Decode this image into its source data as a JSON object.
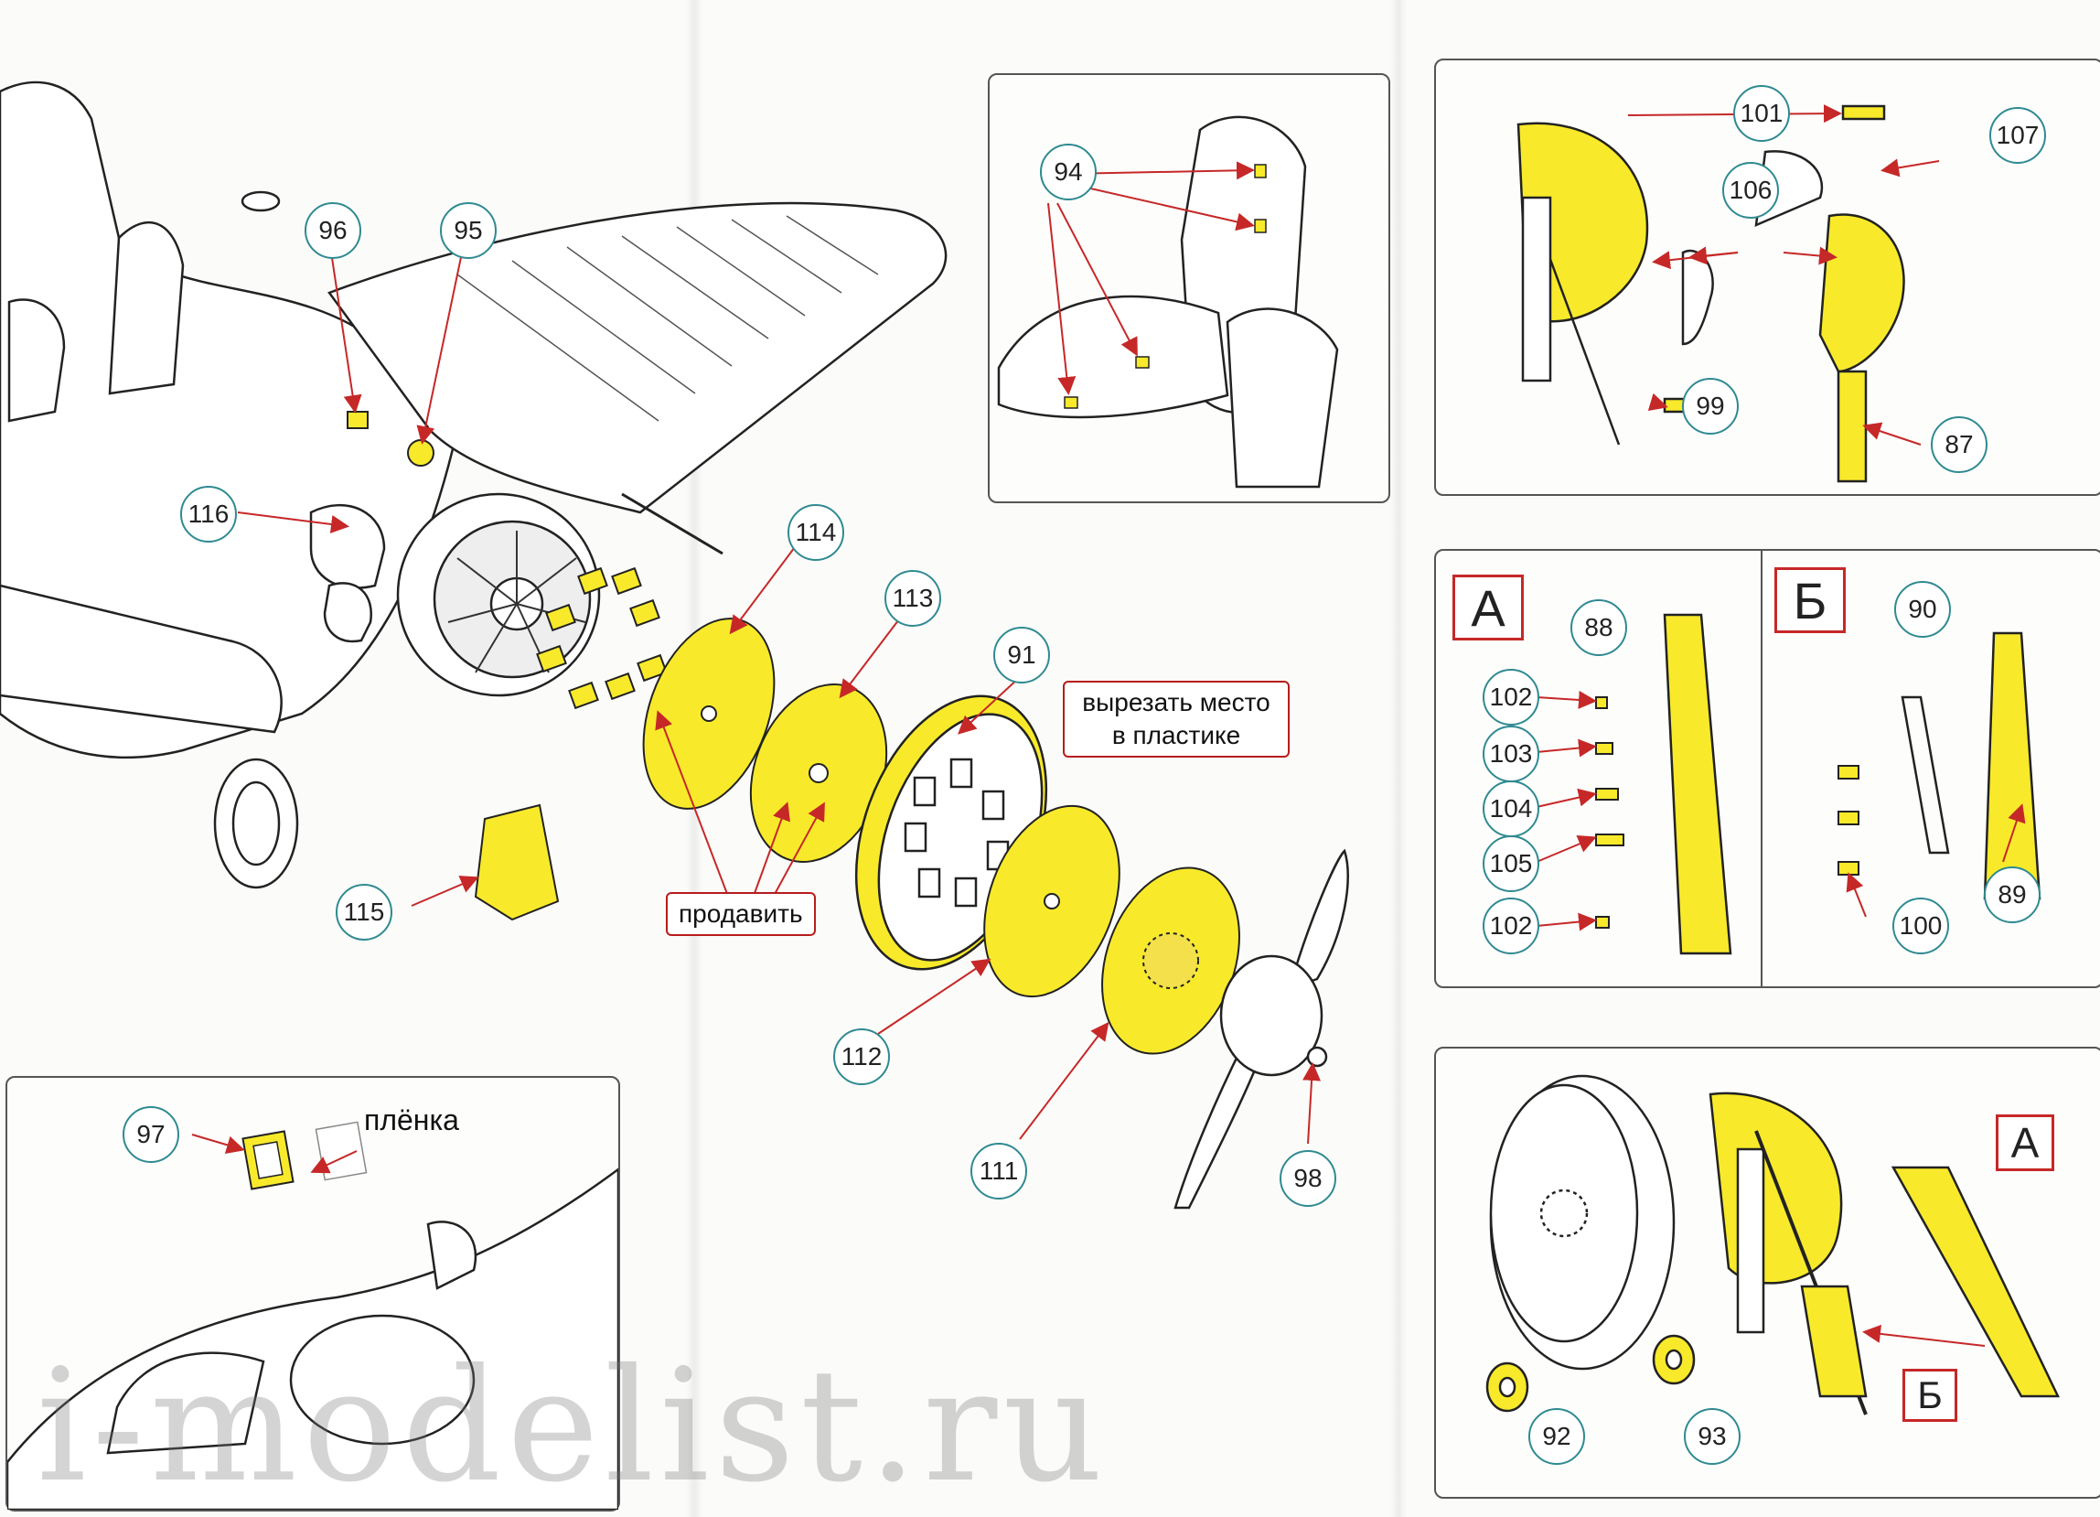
{
  "labels": {
    "p96": "96",
    "p95": "95",
    "p116": "116",
    "p114": "114",
    "p113": "113",
    "p91": "91",
    "p115": "115",
    "p112": "112",
    "p111": "111",
    "p98": "98",
    "p97": "97",
    "p94": "94",
    "p101": "101",
    "p107": "107",
    "p106": "106",
    "p99": "99",
    "p87": "87",
    "p88": "88",
    "p102a": "102",
    "p103": "103",
    "p104": "104",
    "p105": "105",
    "p102b": "102",
    "p90": "90",
    "p89": "89",
    "p100": "100",
    "p92": "92",
    "p93": "93"
  },
  "notes": {
    "cut_plastic": "вырезать место\nв пластике",
    "press": "продавить",
    "film": "плёнка"
  },
  "variants": {
    "a_top": "А",
    "b_top": "Б",
    "a_bottom": "А",
    "b_bottom": "Б"
  },
  "watermark": "i-modelist.ru",
  "colors": {
    "etch_yellow": "#f8ea2a",
    "label_ring": "#2f8a91",
    "arrow_red": "#c62828",
    "line": "#222222"
  }
}
